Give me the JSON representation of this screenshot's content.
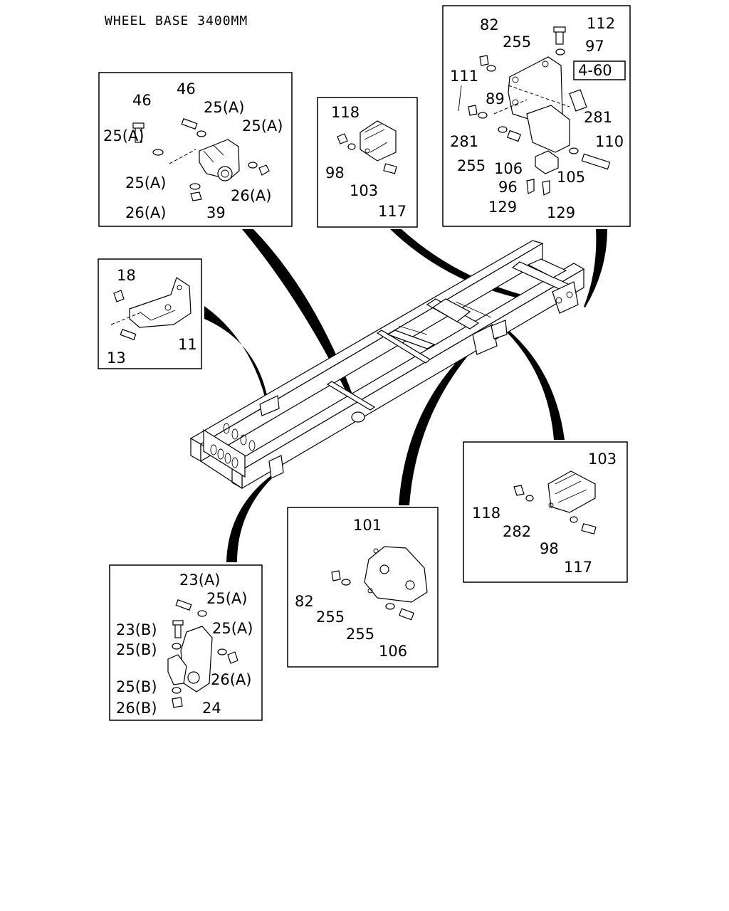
{
  "title": "WHEEL BASE 3400MM",
  "ref_box": "4-60",
  "boxes": {
    "a": [
      "46",
      "46",
      "25(A)",
      "25(A)",
      "25(A)",
      "25(A)",
      "26(A)",
      "26(A)",
      "39"
    ],
    "b": [
      "118",
      "98",
      "103",
      "117"
    ],
    "c": [
      "82",
      "112",
      "255",
      "97",
      "111",
      "89",
      "281",
      "281",
      "110",
      "255",
      "106",
      "105",
      "96",
      "129",
      "129"
    ],
    "d": [
      "18",
      "13",
      "11"
    ],
    "e": [
      "101",
      "82",
      "255",
      "255",
      "106"
    ],
    "f": [
      "103",
      "118",
      "282",
      "98",
      "117"
    ],
    "g": [
      "23(A)",
      "25(A)",
      "23(B)",
      "25(A)",
      "25(B)",
      "26(A)",
      "25(B)",
      "26(B)",
      "24"
    ]
  }
}
